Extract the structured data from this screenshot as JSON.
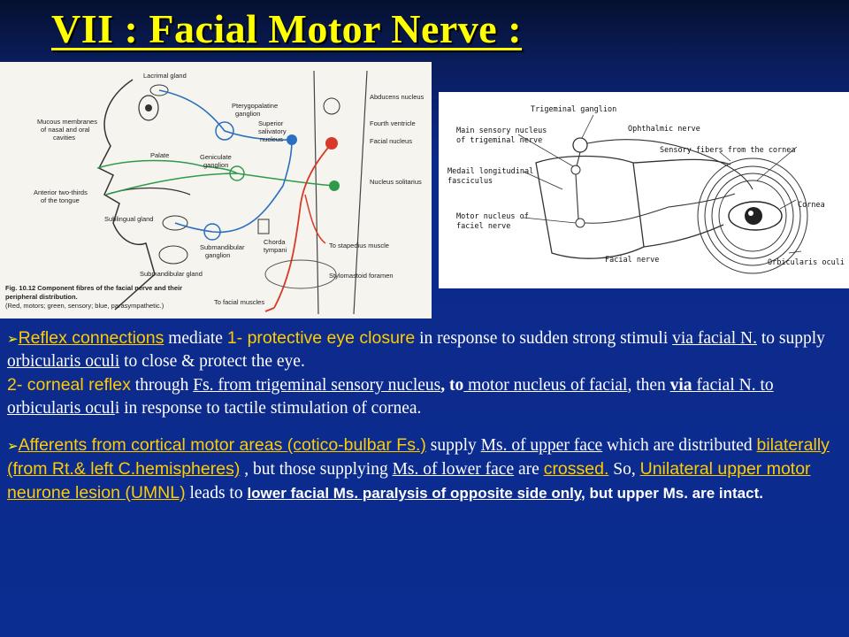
{
  "slide": {
    "title": "VII : Facial Motor Nerve :"
  },
  "figure_left": {
    "labels": {
      "lacrimal_gland": "Lacrimal gland",
      "pterygopalatine": "Pterygopalatine",
      "ganglion": "ganglion",
      "abducens_nucleus": "Abducens nucleus",
      "fourth_ventricle": "Fourth ventricle",
      "mucous_1": "Mucous membranes",
      "mucous_2": "of nasal and oral",
      "mucous_3": "cavities",
      "superior_1": "Superior",
      "superior_2": "salivatory",
      "superior_3": "nucleus",
      "facial_nucleus": "Facial nucleus",
      "palate": "Palate",
      "geniculate_1": "Geniculate",
      "geniculate_2": "ganglion",
      "nucleus_solitarius": "Nucleus solitarius",
      "anterior_1": "Anterior two-thirds",
      "anterior_2": "of the tongue",
      "sublingual": "Sublingual gland",
      "chorda_1": "Chorda",
      "chorda_2": "tympani",
      "stapedius": "To stapedius muscle",
      "submandibular_1": "Submandibular",
      "submandibular_2": "ganglion",
      "stylomastoid": "Stylomastoid foramen",
      "submandibular_gland": "Submandibular gland",
      "caption_1": "Fig. 10.12  Component fibres of the facial nerve and their",
      "caption_2": "peripheral distribution.",
      "caption_3": "(Red, motors; green, sensory; blue, parasympathetic.)",
      "to_facial": "To facial muscles"
    },
    "colors": {
      "motor": "#d83a2a",
      "sensory": "#2f9a4a",
      "parasympathetic": "#2a6fc0"
    }
  },
  "figure_right": {
    "labels": {
      "trigeminal_ganglion": "Trigeminal ganglion",
      "main_sensory_1": "Main sensory nucleus",
      "main_sensory_2": "of trigeminal nerve",
      "ophthalmic": "Ophthalmic nerve",
      "sensory_fibers": "Sensory fibers from the cornea",
      "medail_1": "Medail longitudinal",
      "medail_2": "fasciculus",
      "cornea": "Cornea",
      "motor_nucleus_1": "Motor nucleus of",
      "motor_nucleus_2": "faciel nerve",
      "facial_nerve": "Facial nerve",
      "orbicularis": "Orbicularis oculi"
    }
  },
  "text": {
    "p1": {
      "bullet": "➢",
      "reflex": "Reflex connections",
      "t1": "  mediate ",
      "n1": "1- ",
      "protective": "protective eye closure",
      "t2": " in response to sudden strong stimuli ",
      "via": "via facial N.",
      "t3": " to supply",
      "orb": " orbicularis oculi",
      "t4": " to close & protect the eye."
    },
    "p2": {
      "n2": "2- ",
      "corneal": "corneal reflex",
      "t1": " through ",
      "fs": "Fs. from trigeminal sensory nucleus",
      "to": ", to",
      "motor": " motor nucleus of facial",
      "t2": ", then ",
      "via_bold": "via ",
      "via_rest": " facial N. to orbicularis ocul",
      "t3": "i  in  response to tactile stimulation of cornea."
    },
    "p3": {
      "bullet": "➢",
      "afferents": "Afferents from cortical  motor areas (cotico-bulbar Fs.)",
      "t1": "  supply ",
      "upper": "Ms. of  upper  face",
      "t2": " which are distributed ",
      "bilateral": "bilaterally (from Rt.& left C.hemispheres)",
      "t3": " ,  but  those supplying ",
      "lower": "Ms. of lower face",
      "t4": " are  ",
      "crossed": "crossed.",
      "t5": "   So, ",
      "umnl": "Unilateral upper motor neurone lesion  (UMNL)",
      "t6": " leads  to ",
      "lower_paralysis": "lower facial Ms. paralysis of opposite side only",
      "t7": ", but upper Ms. are intact."
    }
  }
}
